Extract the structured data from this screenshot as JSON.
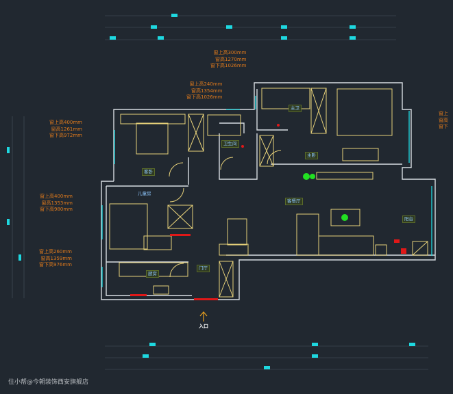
{
  "window_notes": [
    {
      "top": "窗上高300mm",
      "height": "窗高1270mm",
      "bottom": "窗下高1026mm"
    },
    {
      "top": "窗上高240mm",
      "height": "窗高1354mm",
      "bottom": "窗下高1026mm"
    },
    {
      "top": "窗上高400mm",
      "height": "窗高1261mm",
      "bottom": "窗下高972mm"
    },
    {
      "top": "窗上高400mm",
      "height": "窗高1353mm",
      "bottom": "窗下高980mm"
    },
    {
      "top": "窗上高260mm",
      "height": "窗高1359mm",
      "bottom": "窗下高976mm"
    },
    {
      "top": "窗上",
      "height": "窗高",
      "bottom": "窗下"
    }
  ],
  "rooms": {
    "guest_bedroom": "客卧",
    "kids_room": "儿童房",
    "bathroom": "卫生间",
    "master_bath": "主卫",
    "master_bedroom": "主卧",
    "living_dining": "客餐厅",
    "balcony": "阳台",
    "kitchen": "厨房",
    "foyer": "门厅"
  },
  "entrance_label": "入口",
  "watermark": "住小帮@今朝装饰西安旗舰店",
  "colors": {
    "background": "#212830",
    "wall": "#d8dde2",
    "furniture": "#e8d27a",
    "dimension": "#1ed8e0",
    "note": "#e07a1c",
    "plant": "#22e022",
    "accent_red": "#e01818"
  }
}
